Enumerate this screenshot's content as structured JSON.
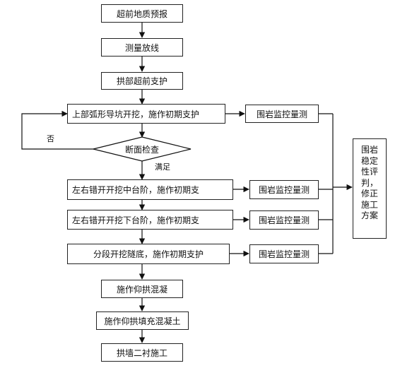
{
  "steps": {
    "advance_geology": "超前地质预报",
    "survey_layout": "测量放线",
    "arch_advance_support": "拱部超前支护",
    "upper_arc_excavation": "上部弧形导坑开挖，施作初期支护",
    "section_check": "断面检查",
    "mid_bench": "左右错开开挖中台阶，施作初期支",
    "lower_bench": "左右错开开挖下台阶，施作初期支",
    "invert_excavation": "分段开挖隧底，施作初期支护",
    "invert_arch": "施作仰拱混凝",
    "invert_fill": "施作仰拱填充混凝土",
    "secondary_lining": "拱墙二衬施工"
  },
  "monitor": {
    "label_1": "围岩监控量测",
    "label_2": "围岩监控量测",
    "label_3": "围岩监控量测",
    "label_4": "围岩监控量测"
  },
  "side_box": {
    "text": "围岩\n稳定\n性评\n判，\n修正\n施工\n方案"
  },
  "branches": {
    "no": "否",
    "yes": "满足"
  }
}
